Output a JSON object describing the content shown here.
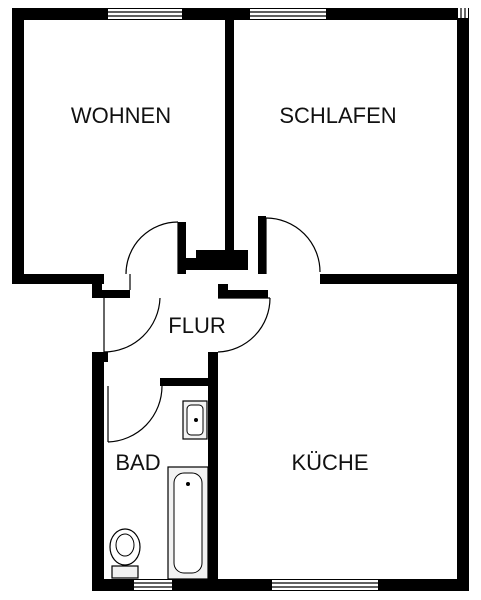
{
  "floorplan": {
    "rooms": {
      "wohnen": "WOHNEN",
      "schlafen": "SCHLAFEN",
      "flur": "FLUR",
      "bad": "BAD",
      "kueche": "KÜCHE"
    },
    "colors": {
      "wall": "#000000",
      "background": "#ffffff",
      "window_glass": "#ffffff",
      "fixture_fill": "#f2f2f2"
    }
  }
}
